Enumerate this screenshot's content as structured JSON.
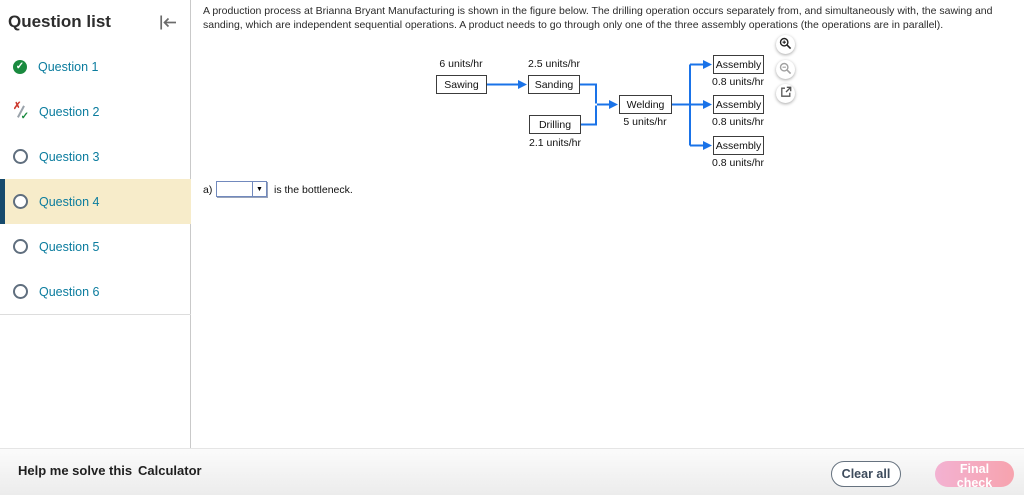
{
  "sidebar": {
    "title": "Question list",
    "items": [
      {
        "label": "Question 1",
        "status": "correct"
      },
      {
        "label": "Question 2",
        "status": "partial-credit"
      },
      {
        "label": "Question 3",
        "status": "unanswered"
      },
      {
        "label": "Question 4",
        "status": "current"
      },
      {
        "label": "Question 5",
        "status": "unanswered"
      },
      {
        "label": "Question 6",
        "status": "unanswered"
      }
    ]
  },
  "problem": {
    "text": "A production process at Brianna Bryant Manufacturing is shown in the figure below. The drilling operation occurs separately from, and simultaneously with, the sawing and sanding, which are independent sequential operations. A product needs to go through only one of the three assembly operations (the operations are in parallel)."
  },
  "diagram": {
    "nodes": [
      {
        "name": "Sawing",
        "rate": "6 units/hr",
        "rate_position": "above"
      },
      {
        "name": "Sanding",
        "rate": "2.5 units/hr",
        "rate_position": "above"
      },
      {
        "name": "Drilling",
        "rate": "2.1 units/hr",
        "rate_position": "below"
      },
      {
        "name": "Welding",
        "rate": "5 units/hr",
        "rate_position": "below"
      },
      {
        "name": "Assembly",
        "rate": "0.8 units/hr",
        "rate_position": "below"
      },
      {
        "name": "Assembly",
        "rate": "0.8 units/hr",
        "rate_position": "below"
      },
      {
        "name": "Assembly",
        "rate": "0.8 units/hr",
        "rate_position": "below"
      }
    ],
    "flow": [
      "Sawing -> Sanding",
      "Sanding -> Welding",
      "Drilling -> Welding",
      "Welding -> Assembly top",
      "Welding -> Assembly middle",
      "Welding -> Assembly bottom"
    ],
    "arrow_color": "#1a73e8"
  },
  "figure_tools": {
    "zoom_in": "zoom-in-icon",
    "zoom_out": "zoom-out-icon",
    "open_in_new": "open-in-new-window-icon"
  },
  "answer": {
    "part_label": "a)",
    "dropdown_value": "",
    "suffix_text": "is the bottleneck."
  },
  "footer": {
    "help_link": "Help me solve this",
    "calculator_link": "Calculator",
    "clear_all_button": "Clear all",
    "final_check_button": "Final check"
  },
  "colors": {
    "link_teal": "#0b7c9e",
    "active_item_bg": "#f7ecca",
    "active_item_border": "#174a6c",
    "arrow_blue": "#1a73e8",
    "correct_green": "#1a8a3f",
    "incorrect_red": "#cc3a2f",
    "final_check_gradient_start": "#f3b2d2",
    "final_check_gradient_end": "#f7a3ae"
  }
}
